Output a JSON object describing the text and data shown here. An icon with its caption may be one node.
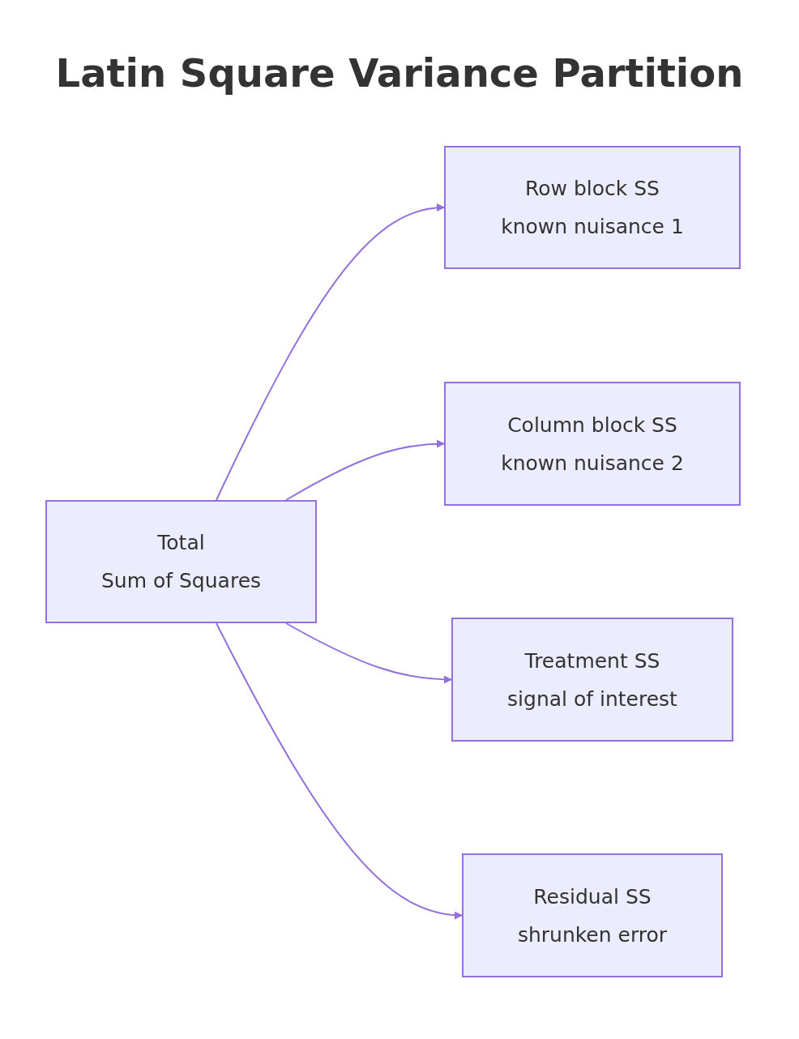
{
  "diagram": {
    "title": "Latin Square Variance Partition",
    "nodes": [
      {
        "text": [
          "Total",
          "Sum of Squares"
        ]
      },
      {
        "text": [
          "Row block SS",
          "known nuisance 1"
        ]
      },
      {
        "text": [
          "Column block SS",
          "known nuisance 2"
        ]
      },
      {
        "text": [
          "Treatment SS",
          "signal of interest"
        ]
      },
      {
        "text": [
          "Residual SS",
          "shrunken error"
        ]
      }
    ],
    "edges": [
      {
        "from": 0,
        "to": 1,
        "arrow": "to"
      },
      {
        "from": 0,
        "to": 2,
        "arrow": "to"
      },
      {
        "from": 0,
        "to": 3,
        "arrow": "to"
      },
      {
        "from": 0,
        "to": 4,
        "arrow": "to"
      }
    ]
  }
}
